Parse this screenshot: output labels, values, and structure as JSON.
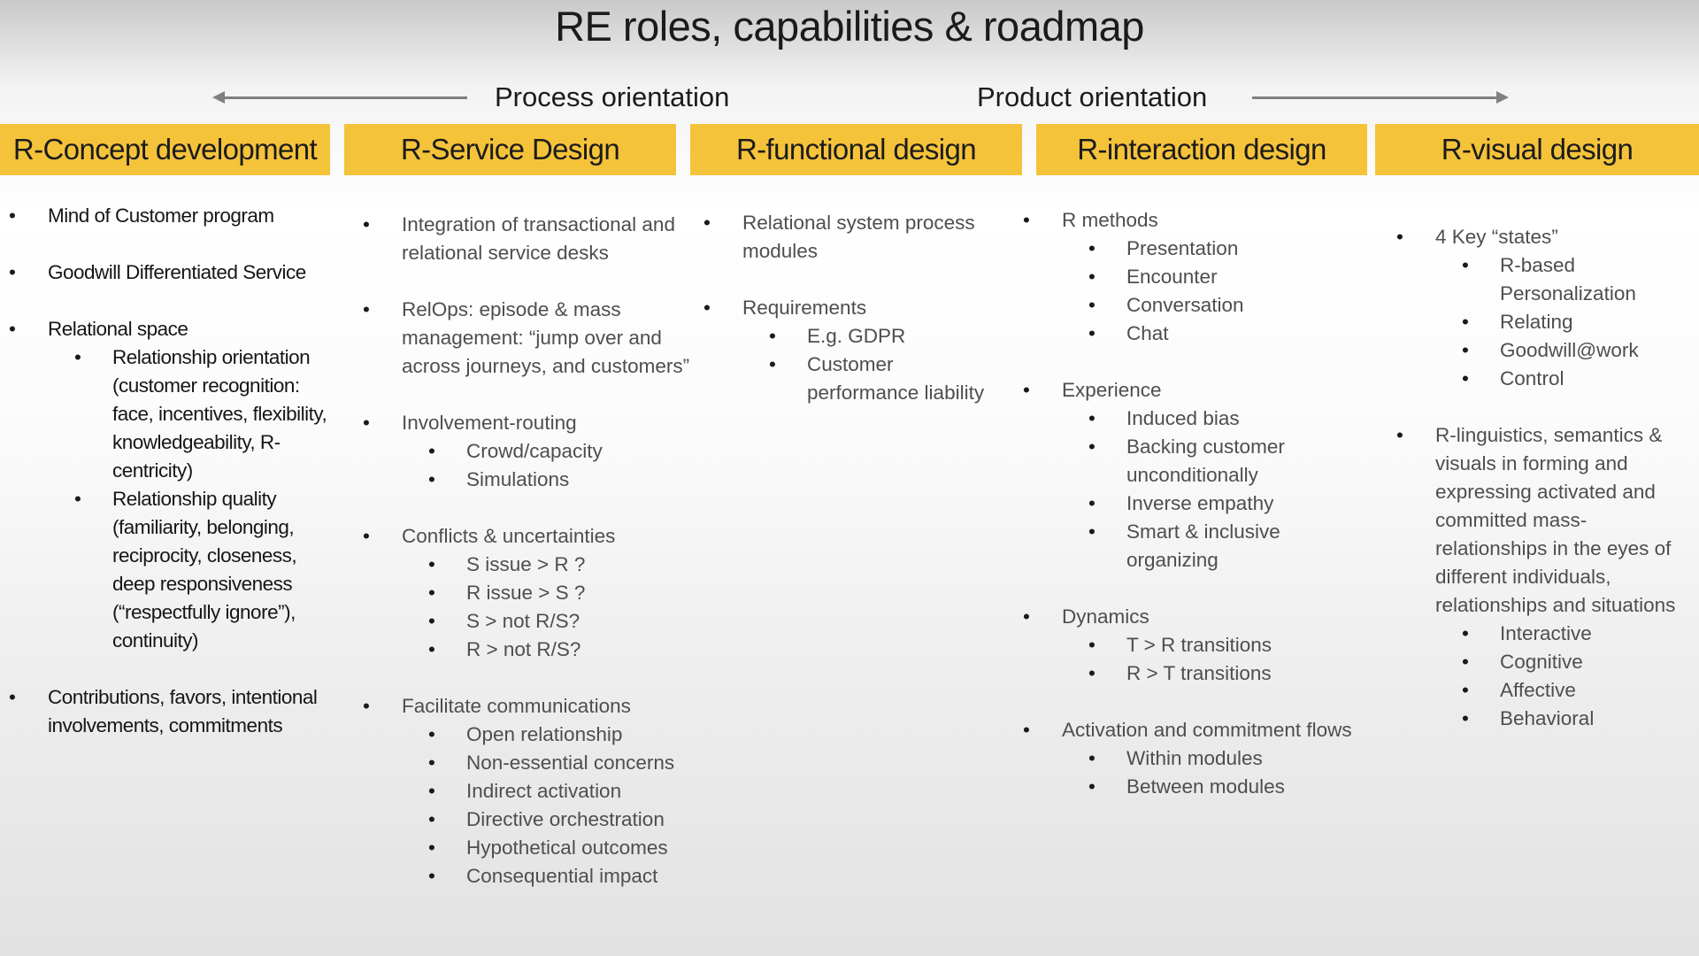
{
  "title": "RE roles, capabilities & roadmap",
  "orientation": {
    "process": "Process orientation",
    "product": "Product orientation"
  },
  "colors": {
    "header_bg": "#f5c33a",
    "arrow": "#808080"
  },
  "columns": [
    {
      "header": "R-Concept development",
      "items": [
        {
          "text": "Mind of Customer program",
          "sub": []
        },
        {
          "text": "Goodwill Differentiated Service",
          "sub": []
        },
        {
          "text": "Relational space",
          "sub": [
            "Relationship orientation (customer recognition: face, incentives, flexibility, knowledgeability, R-centricity)",
            "Relationship quality (familiarity, belonging, reciprocity, closeness, deep responsiveness (“respectfully ignore”), continuity)"
          ]
        },
        {
          "text": "Contributions, favors, intentional involvements, commitments",
          "sub": []
        }
      ]
    },
    {
      "header": "R-Service Design",
      "items": [
        {
          "text": "Integration of transactional and relational service desks",
          "sub": []
        },
        {
          "text": "RelOps: episode & mass management: “jump over and across journeys, and customers”",
          "sub": []
        },
        {
          "text": "Involvement-routing",
          "sub": [
            "Crowd/capacity",
            "Simulations"
          ]
        },
        {
          "text": "Conflicts & uncertainties",
          "sub": [
            "S issue > R ?",
            "R issue > S ?",
            "S > not R/S?",
            "R > not R/S?"
          ]
        },
        {
          "text": "Facilitate communications",
          "sub": [
            "Open relationship",
            "Non-essential concerns",
            "Indirect activation",
            "Directive orchestration",
            "Hypothetical outcomes",
            "Consequential impact"
          ]
        }
      ]
    },
    {
      "header": "R-functional design",
      "items": [
        {
          "text": "Relational system process modules",
          "sub": []
        },
        {
          "text": "Requirements",
          "sub": [
            "E.g. GDPR",
            "Customer performance liability"
          ]
        }
      ]
    },
    {
      "header": "R-interaction design",
      "items": [
        {
          "text": "R methods",
          "sub": [
            "Presentation",
            "Encounter",
            "Conversation",
            "Chat"
          ]
        },
        {
          "text": "Experience",
          "sub": [
            "Induced bias",
            "Backing customer unconditionally",
            "Inverse empathy",
            "Smart & inclusive organizing"
          ]
        },
        {
          "text": "Dynamics",
          "sub": [
            "T > R transitions",
            "R > T transitions"
          ]
        },
        {
          "text": "Activation and commitment flows",
          "sub": [
            "Within modules",
            "Between modules"
          ]
        }
      ]
    },
    {
      "header": "R-visual design",
      "items": [
        {
          "text": "4 Key “states”",
          "sub": [
            "R-based Personalization",
            "Relating",
            "Goodwill@work",
            "Control"
          ]
        },
        {
          "text": "R-linguistics, semantics & visuals in forming and expressing activated and committed mass-relationships in the eyes of different individuals, relationships and situations",
          "sub": [
            "Interactive",
            "Cognitive",
            "Affective",
            "Behavioral"
          ]
        }
      ]
    }
  ]
}
